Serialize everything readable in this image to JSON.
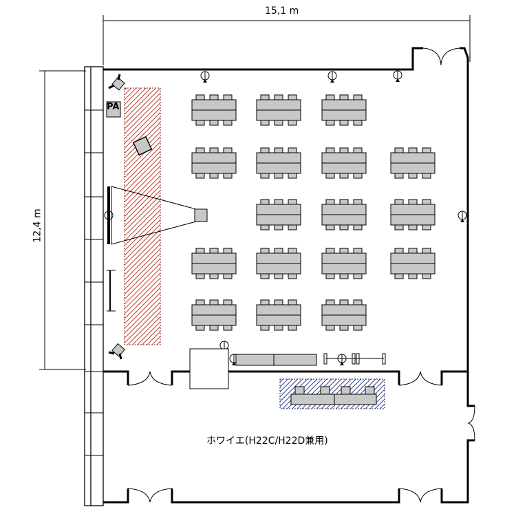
{
  "dimensions": {
    "width_label": "15,1 m",
    "height_label": "12,4 m"
  },
  "labels": {
    "pa": "PA",
    "foyer": "ホワイエ(H22C/H22D兼用)"
  },
  "layout": {
    "table_rows": [
      [
        1,
        1,
        1,
        0
      ],
      [
        1,
        1,
        1,
        1
      ],
      [
        0,
        1,
        1,
        1
      ],
      [
        1,
        1,
        1,
        1
      ],
      [
        1,
        1,
        1,
        0
      ]
    ]
  },
  "colors": {
    "table": "#c8c8c8",
    "stage_hatch": "#c0392b",
    "reception_hatch": "#2c3e8f",
    "wall": "#000000"
  }
}
